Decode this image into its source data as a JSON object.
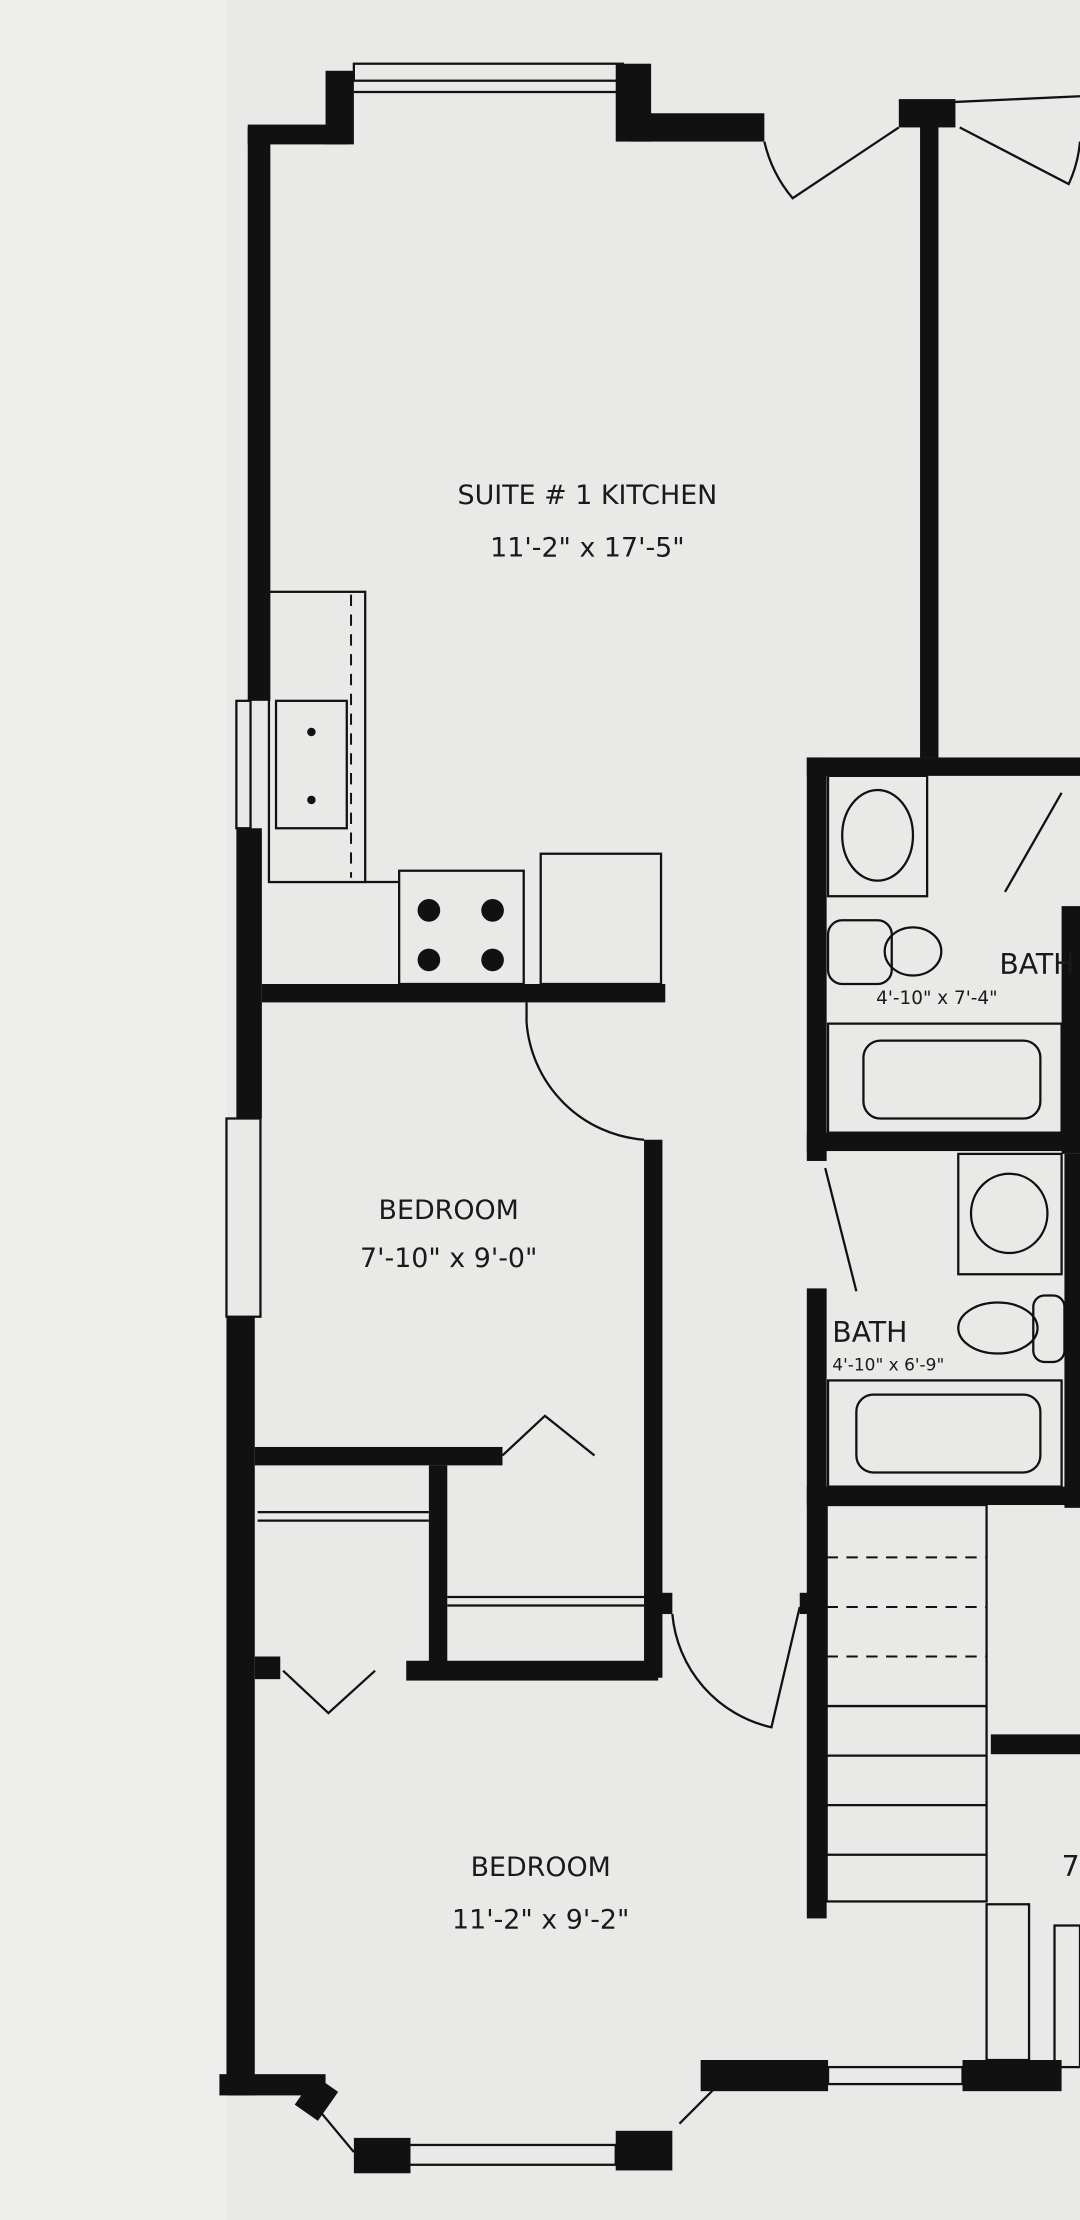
{
  "rooms": {
    "kitchen": {
      "name": "SUITE # 1 KITCHEN",
      "size": "11'-2\" x 17'-5\""
    },
    "bath1": {
      "name": "BATH",
      "size": "4'-10\" x 7'-4\""
    },
    "bath2": {
      "name": "BATH",
      "size": "4'-10\" x 6'-9\""
    },
    "bedroom1": {
      "name": "BEDROOM",
      "size": "7'-10\" x 9'-0\""
    },
    "bedroom2": {
      "name": "BEDROOM",
      "size": "11'-2\" x 9'-2\""
    },
    "partial_label": "7"
  },
  "colors": {
    "paper": "#e9e9e7",
    "ink": "#111111"
  }
}
